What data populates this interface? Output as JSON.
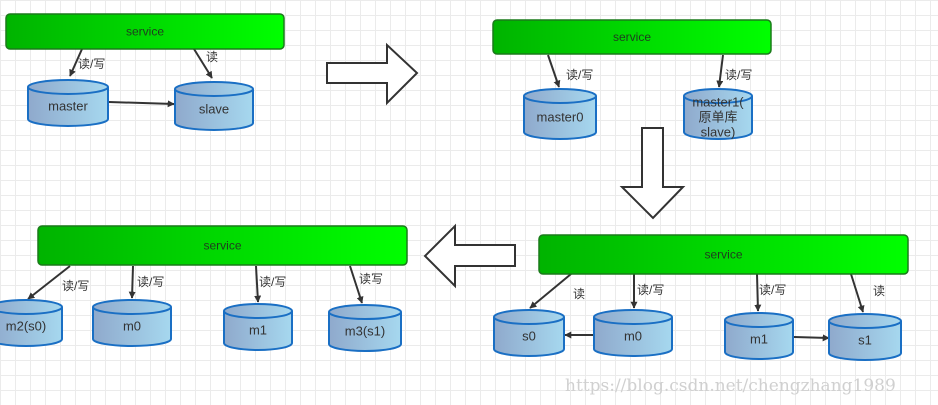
{
  "colors": {
    "service_start": "#00b300",
    "service_end": "#00ff00",
    "service_border": "#1a7a1a",
    "db_start": "#8fa9cc",
    "db_end": "#a6d8ef",
    "db_border": "#1a6fc4",
    "edge": "#333333"
  },
  "panels": [
    {
      "id": "stage1",
      "service_label": "service",
      "databases": [
        {
          "id": "master",
          "label": [
            "master"
          ]
        },
        {
          "id": "slave",
          "label": [
            "slave"
          ]
        }
      ],
      "edges": [
        {
          "from": "service",
          "to": "master",
          "label": "读/写"
        },
        {
          "from": "service",
          "to": "slave",
          "label": "读"
        },
        {
          "from": "master",
          "to": "slave",
          "label": ""
        }
      ]
    },
    {
      "id": "stage2",
      "service_label": "service",
      "databases": [
        {
          "id": "master0",
          "label": [
            "master0"
          ]
        },
        {
          "id": "master1",
          "label": [
            "master1(",
            "原单库",
            "slave)"
          ]
        }
      ],
      "edges": [
        {
          "from": "service",
          "to": "master0",
          "label": "读/写"
        },
        {
          "from": "service",
          "to": "master1",
          "label": "读/写"
        }
      ]
    },
    {
      "id": "stage3",
      "service_label": "service",
      "databases": [
        {
          "id": "s0",
          "label": [
            "s0"
          ]
        },
        {
          "id": "m0",
          "label": [
            "m0"
          ]
        },
        {
          "id": "m1",
          "label": [
            "m1"
          ]
        },
        {
          "id": "s1",
          "label": [
            "s1"
          ]
        }
      ],
      "edges": [
        {
          "from": "service",
          "to": "s0",
          "label": "读"
        },
        {
          "from": "service",
          "to": "m0",
          "label": "读/写"
        },
        {
          "from": "service",
          "to": "m1",
          "label": "读/写"
        },
        {
          "from": "service",
          "to": "s1",
          "label": "读"
        },
        {
          "from": "m0",
          "to": "s0",
          "label": ""
        },
        {
          "from": "m1",
          "to": "s1",
          "label": ""
        }
      ]
    },
    {
      "id": "stage4",
      "service_label": "service",
      "databases": [
        {
          "id": "m2s0",
          "label": [
            "m2(s0)"
          ]
        },
        {
          "id": "m0",
          "label": [
            "m0"
          ]
        },
        {
          "id": "m1",
          "label": [
            "m1"
          ]
        },
        {
          "id": "m3s1",
          "label": [
            "m3(s1)"
          ]
        }
      ],
      "edges": [
        {
          "from": "service",
          "to": "m2s0",
          "label": "读/写"
        },
        {
          "from": "service",
          "to": "m0",
          "label": "读/写"
        },
        {
          "from": "service",
          "to": "m1",
          "label": "读/写"
        },
        {
          "from": "service",
          "to": "m3s1",
          "label": "读写"
        }
      ]
    }
  ],
  "transitions": [
    {
      "from": "stage1",
      "to": "stage2",
      "direction": "right"
    },
    {
      "from": "stage2",
      "to": "stage3",
      "direction": "down"
    },
    {
      "from": "stage3",
      "to": "stage4",
      "direction": "left"
    }
  ],
  "watermark": "https://blog.csdn.net/chengzhang1989"
}
